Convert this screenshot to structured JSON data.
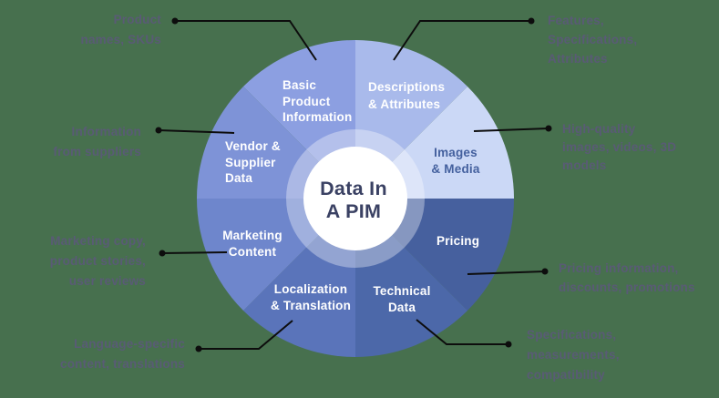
{
  "title": "Data In A PIM wheel diagram",
  "background_color": "#47704E",
  "connector_color": "#0D0D0D",
  "annotation_text_color": "#595B75",
  "center": {
    "title": "Data In\nA PIM",
    "circle_color": "#FFFFFF",
    "text_color": "#3A4163"
  },
  "wheel": {
    "ring_tint": "#FFFFFF",
    "ring_opacity": "0.35",
    "segments": [
      {
        "id": "basic-product-information",
        "label": "Basic\nProduct\nInformation",
        "color": "#8C9FE1",
        "text_color": "#FFFFFF"
      },
      {
        "id": "descriptions-attributes",
        "label": "Descriptions\n& Attributes",
        "color": "#A9BAEB",
        "text_color": "#FFFFFF"
      },
      {
        "id": "images-media",
        "label": "Images\n& Media",
        "color": "#CBD8F6",
        "text_color": "#44609E"
      },
      {
        "id": "pricing",
        "label": "Pricing",
        "color": "#46609E",
        "text_color": "#FFFFFF"
      },
      {
        "id": "technical-data",
        "label": "Technical\nData",
        "color": "#4C68A9",
        "text_color": "#FFFFFF"
      },
      {
        "id": "localization-translation",
        "label": "Localization\n& Translation",
        "color": "#5A74BA",
        "text_color": "#FFFFFF"
      },
      {
        "id": "marketing-content",
        "label": "Marketing\nContent",
        "color": "#6E86CC",
        "text_color": "#FFFFFF"
      },
      {
        "id": "vendor-supplier-data",
        "label": "Vendor &\nSupplier\nData",
        "color": "#7E93D7",
        "text_color": "#FFFFFF"
      }
    ]
  },
  "annotations": [
    {
      "id": "product-names-skus",
      "text": "Product\nnames, SKUs"
    },
    {
      "id": "features-specs-attributes",
      "text": "Features,\nSpecifications,\nAttributes"
    },
    {
      "id": "high-quality-media",
      "text": "High-quality\nimages, videos, 3D\nmodels"
    },
    {
      "id": "pricing-information",
      "text": "Pricing information,\ndiscounts, promotions"
    },
    {
      "id": "specifications-measurements",
      "text": "Specifications,\nmeasurements,\ncompatibility"
    },
    {
      "id": "language-specific",
      "text": "Language-specific\ncontent, translations"
    },
    {
      "id": "marketing-copy",
      "text": "Marketing copy,\nproduct stories,\nuser reviews"
    },
    {
      "id": "information-from-suppliers",
      "text": "Information\nfrom suppliers"
    }
  ]
}
